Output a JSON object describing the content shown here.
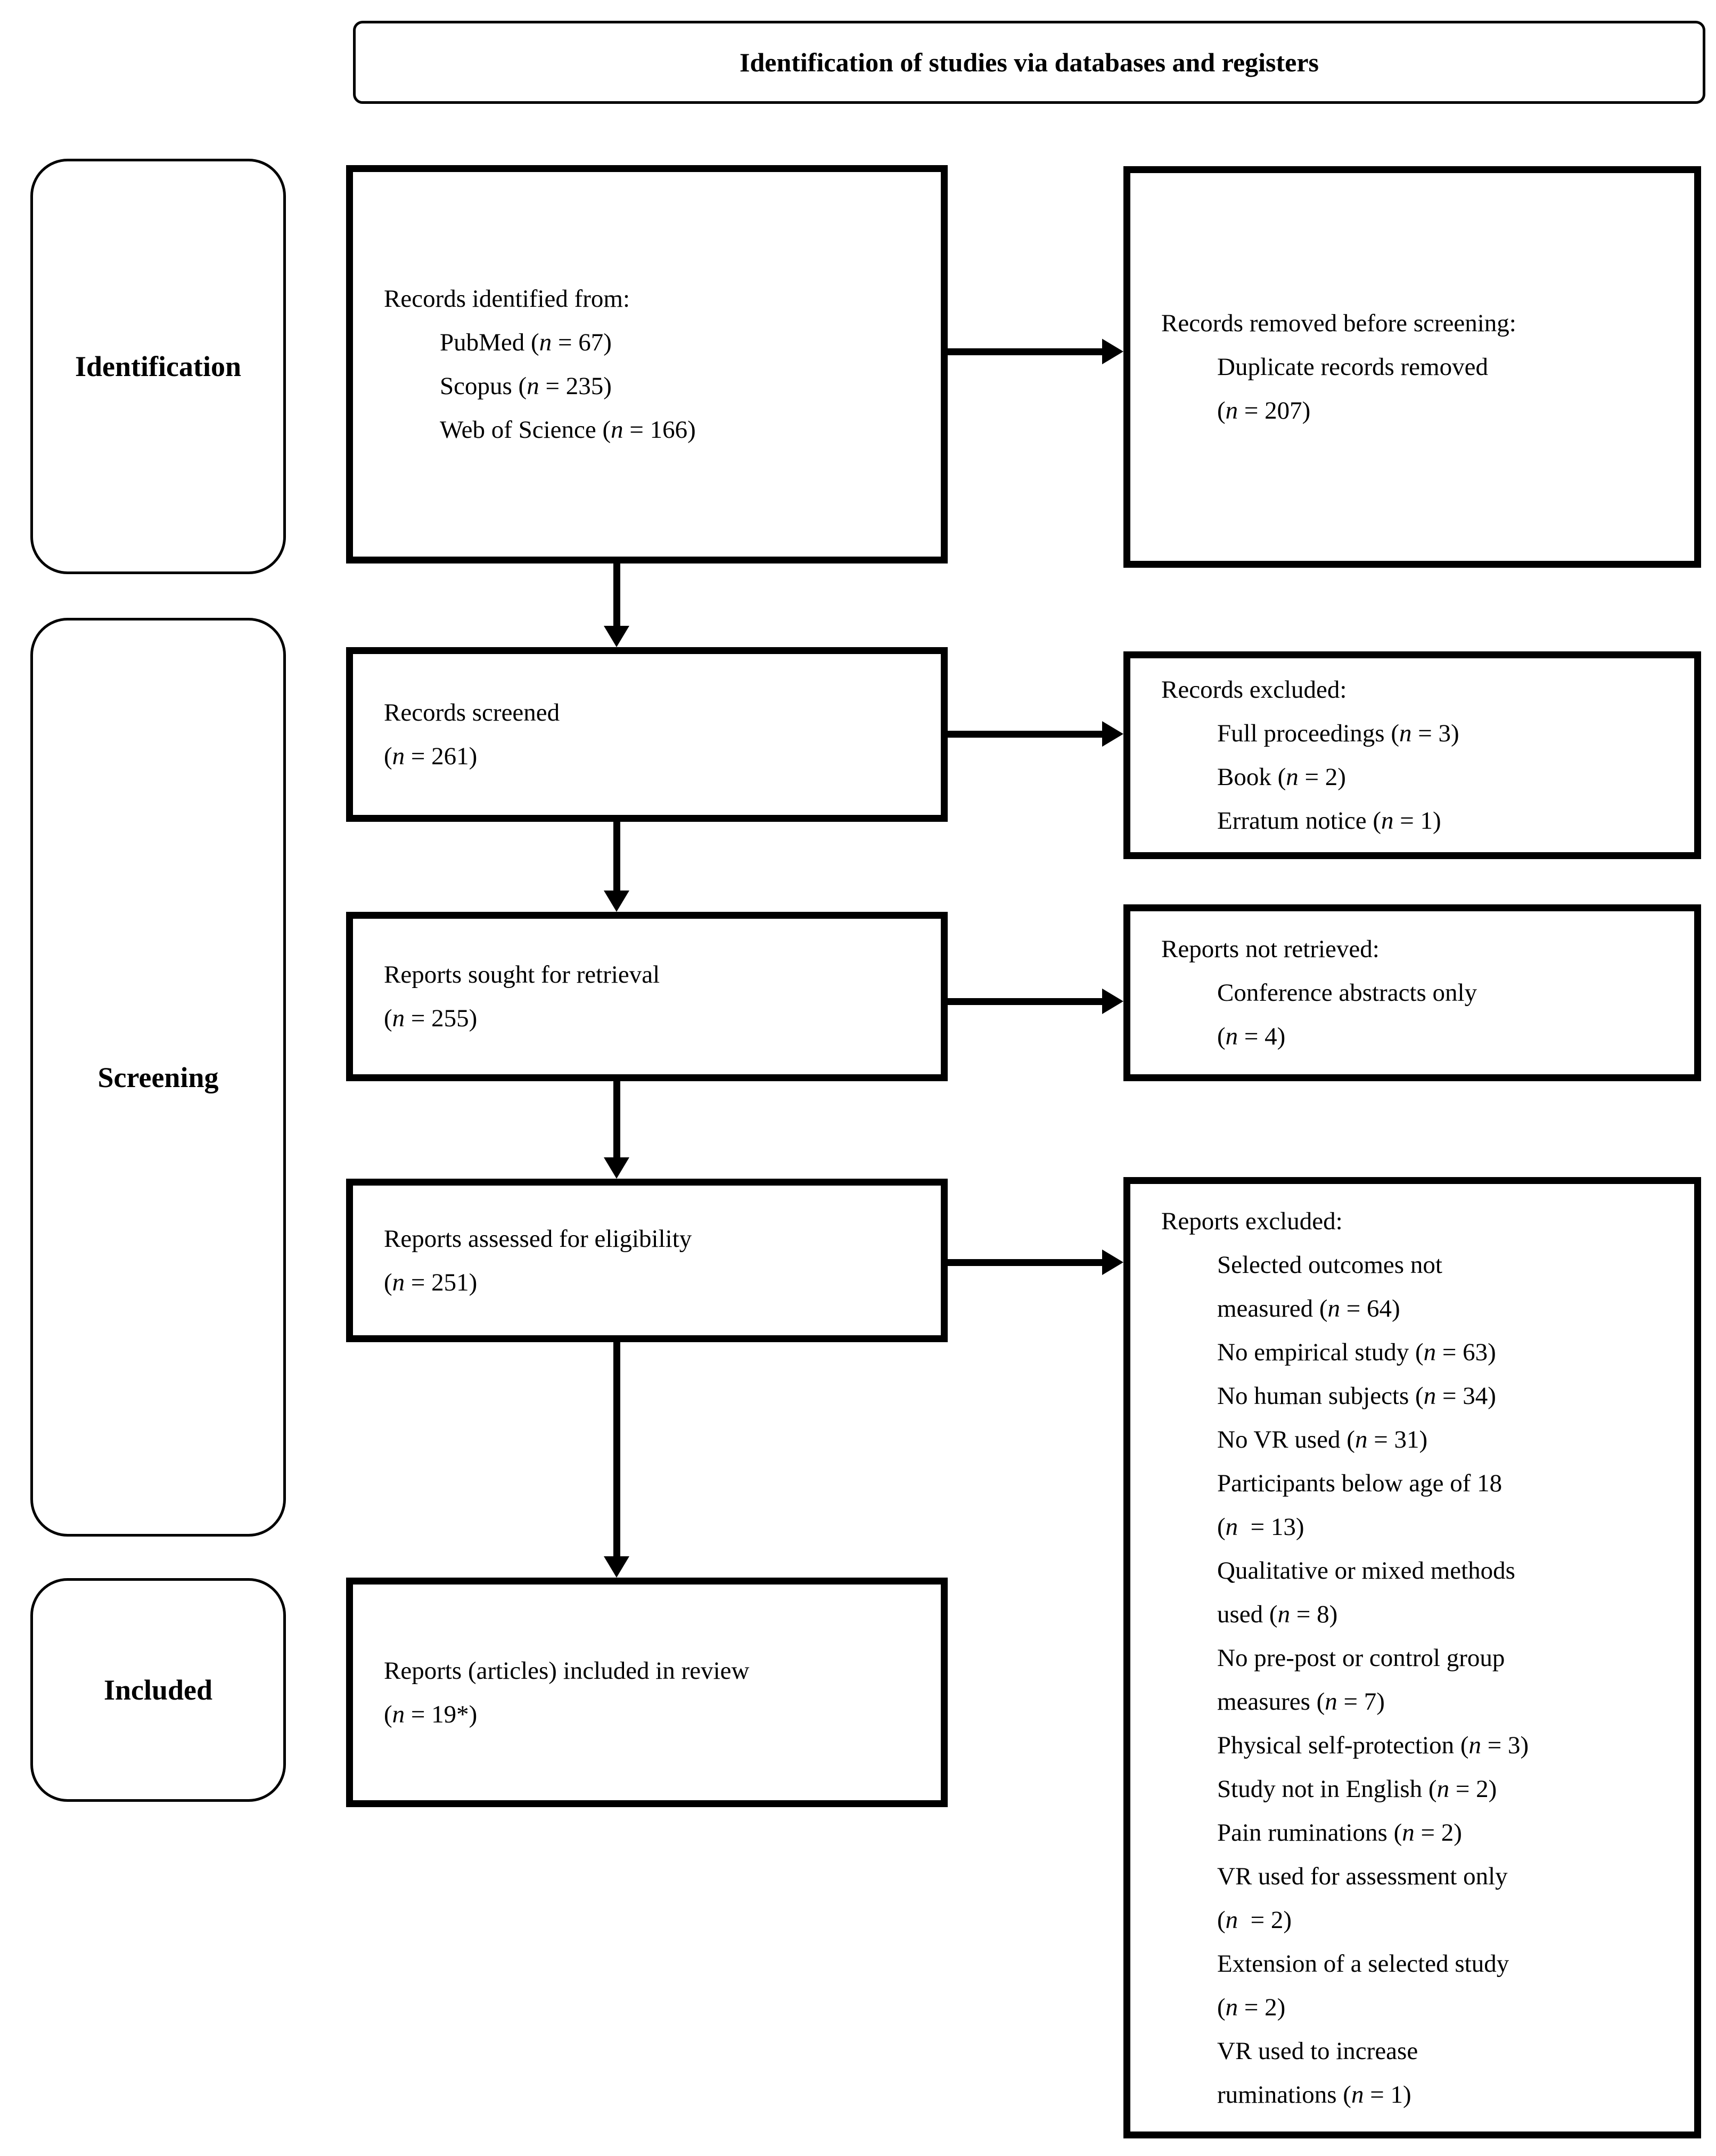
{
  "title": "Identification of studies via databases and registers",
  "stages": [
    {
      "label": "Identification"
    },
    {
      "label": "Screening"
    },
    {
      "label": "Included"
    }
  ],
  "colors": {
    "ink": "#000000",
    "paper": "#ffffff"
  },
  "boxes": {
    "records_identified": {
      "lines": [
        {
          "indent": false,
          "seg": [
            "Records identified from:"
          ]
        },
        {
          "indent": true,
          "seg": [
            "PubMed (",
            {
              "i": "n"
            },
            " = 67)"
          ]
        },
        {
          "indent": true,
          "seg": [
            "Scopus (",
            {
              "i": "n"
            },
            " = 235)"
          ]
        },
        {
          "indent": true,
          "seg": [
            "Web of Science (",
            {
              "i": "n"
            },
            " = 166)"
          ]
        }
      ]
    },
    "records_removed": {
      "lines": [
        {
          "indent": false,
          "seg": [
            "Records removed before screening:"
          ]
        },
        {
          "indent": true,
          "seg": [
            "Duplicate records removed"
          ]
        },
        {
          "indent": true,
          "seg": [
            "(",
            {
              "i": "n"
            },
            " = 207)"
          ]
        }
      ]
    },
    "records_screened": {
      "lines": [
        {
          "indent": false,
          "seg": [
            "Records screened"
          ]
        },
        {
          "indent": false,
          "seg": [
            "(",
            {
              "i": "n"
            },
            " = 261)"
          ]
        }
      ]
    },
    "records_excluded": {
      "lines": [
        {
          "indent": false,
          "seg": [
            "Records excluded:"
          ]
        },
        {
          "indent": true,
          "seg": [
            "Full proceedings (",
            {
              "i": "n"
            },
            " = 3)"
          ]
        },
        {
          "indent": true,
          "seg": [
            "Book (",
            {
              "i": "n"
            },
            " = 2)"
          ]
        },
        {
          "indent": true,
          "seg": [
            "Erratum notice (",
            {
              "i": "n"
            },
            " = 1)"
          ]
        }
      ]
    },
    "reports_sought": {
      "lines": [
        {
          "indent": false,
          "seg": [
            "Reports sought for retrieval"
          ]
        },
        {
          "indent": false,
          "seg": [
            "(",
            {
              "i": "n"
            },
            " = 255)"
          ]
        }
      ]
    },
    "reports_not_retrieved": {
      "lines": [
        {
          "indent": false,
          "seg": [
            "Reports not retrieved:"
          ]
        },
        {
          "indent": true,
          "seg": [
            "Conference abstracts only"
          ]
        },
        {
          "indent": true,
          "seg": [
            "(",
            {
              "i": "n"
            },
            " = 4)"
          ]
        }
      ]
    },
    "reports_assessed": {
      "lines": [
        {
          "indent": false,
          "seg": [
            "Reports assessed for eligibility"
          ]
        },
        {
          "indent": false,
          "seg": [
            "(",
            {
              "i": "n"
            },
            " = 251)"
          ]
        }
      ]
    },
    "reports_excluded": {
      "lines": [
        {
          "indent": false,
          "seg": [
            "Reports excluded:"
          ]
        },
        {
          "indent": true,
          "seg": [
            "Selected outcomes not"
          ]
        },
        {
          "indent": true,
          "seg": [
            "measured (",
            {
              "i": "n"
            },
            " = 64)"
          ]
        },
        {
          "indent": true,
          "seg": [
            "No empirical study (",
            {
              "i": "n"
            },
            " = 63)"
          ]
        },
        {
          "indent": true,
          "seg": [
            "No human subjects (",
            {
              "i": "n"
            },
            " = 34)"
          ]
        },
        {
          "indent": true,
          "seg": [
            "No VR used (",
            {
              "i": "n"
            },
            " = 31)"
          ]
        },
        {
          "indent": true,
          "seg": [
            "Participants below age of 18"
          ]
        },
        {
          "indent": true,
          "seg": [
            "(",
            {
              "i": "n"
            },
            "  = 13)"
          ]
        },
        {
          "indent": true,
          "seg": [
            "Qualitative or mixed methods"
          ]
        },
        {
          "indent": true,
          "seg": [
            "used (",
            {
              "i": "n"
            },
            " = 8)"
          ]
        },
        {
          "indent": true,
          "seg": [
            "No pre-post or control group"
          ]
        },
        {
          "indent": true,
          "seg": [
            "measures (",
            {
              "i": "n"
            },
            " = 7)"
          ]
        },
        {
          "indent": true,
          "seg": [
            "Physical self-protection (",
            {
              "i": "n"
            },
            " = 3)"
          ]
        },
        {
          "indent": true,
          "seg": [
            "Study not in English (",
            {
              "i": "n"
            },
            " = 2)"
          ]
        },
        {
          "indent": true,
          "seg": [
            "Pain ruminations (",
            {
              "i": "n"
            },
            " = 2)"
          ]
        },
        {
          "indent": true,
          "seg": [
            "VR used for assessment only"
          ]
        },
        {
          "indent": true,
          "seg": [
            "(",
            {
              "i": "n"
            },
            "  = 2)"
          ]
        },
        {
          "indent": true,
          "seg": [
            "Extension of a selected study"
          ]
        },
        {
          "indent": true,
          "seg": [
            "(",
            {
              "i": "n"
            },
            " = 2)"
          ]
        },
        {
          "indent": true,
          "seg": [
            "VR used to increase"
          ]
        },
        {
          "indent": true,
          "seg": [
            "ruminations (",
            {
              "i": "n"
            },
            " = 1)"
          ]
        }
      ]
    },
    "reports_included": {
      "lines": [
        {
          "indent": false,
          "seg": [
            "Reports (articles) included in review"
          ]
        },
        {
          "indent": false,
          "seg": [
            "(",
            {
              "i": "n"
            },
            " = 19*)"
          ]
        }
      ]
    }
  }
}
